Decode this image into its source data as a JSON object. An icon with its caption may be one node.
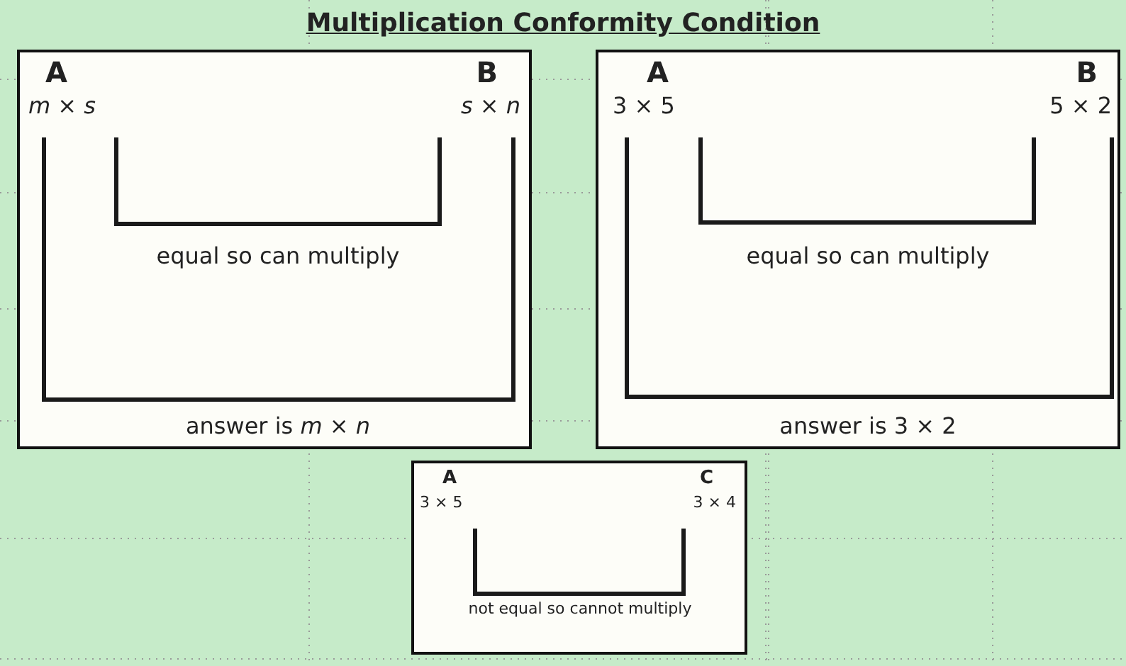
{
  "diagram": {
    "title": "Multiplication Conformity Condition",
    "nodes": [
      {
        "text": [
          "A",
          "*m* × *s*",
          "B",
          "*s* × *n*",
          "equal so can multiply",
          "answer is *m* × *n*"
        ]
      },
      {
        "text": [
          "A",
          "3 × 5",
          "B",
          "5 × 2",
          "equal so can multiply",
          "answer is 3 × 2"
        ]
      },
      {
        "text": [
          "A",
          "3 × 5",
          "C",
          "3 × 4",
          "not equal so cannot multiply"
        ]
      }
    ]
  }
}
